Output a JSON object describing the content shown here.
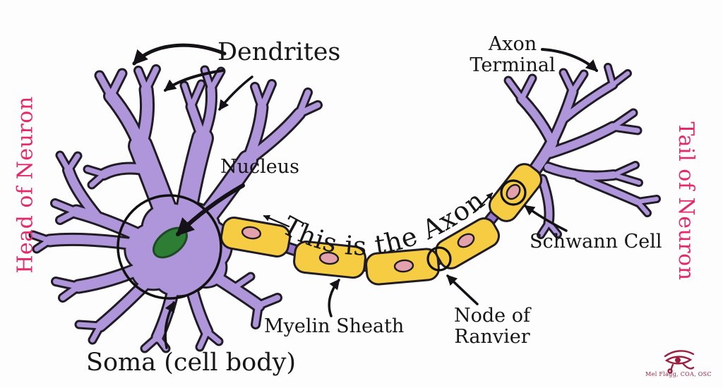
{
  "figure": {
    "title": "Labeled diagram of a neuron",
    "orientation_left": "head",
    "orientation_right": "tail"
  },
  "labels": {
    "head": "Head of Neuron",
    "tail": "Tail of Neuron",
    "dendrites": "Dendrites",
    "axon_terminal": "Axon Terminal",
    "nucleus": "Nucleus",
    "axon": "This is the Axon",
    "myelin": "Myelin Sheath",
    "node": "Node of Ranvier",
    "schwann": "Schwann Cell",
    "soma": "Soma (cell body)"
  },
  "watermark": {
    "credit": "Mel Flagg, COA, OSC",
    "icon": "eye-of-horus-icon"
  },
  "colors": {
    "pink": "#e52a6a",
    "purple": "#af95d9",
    "purple_dark": "#9878ce",
    "yellow": "#f6cc43",
    "nucleus_green": "#2e7d35",
    "nucleus_pink": "#e3a1ac",
    "maroon": "#9c1f3f",
    "ink": "#201c24",
    "bg": "#fdfdfd"
  }
}
